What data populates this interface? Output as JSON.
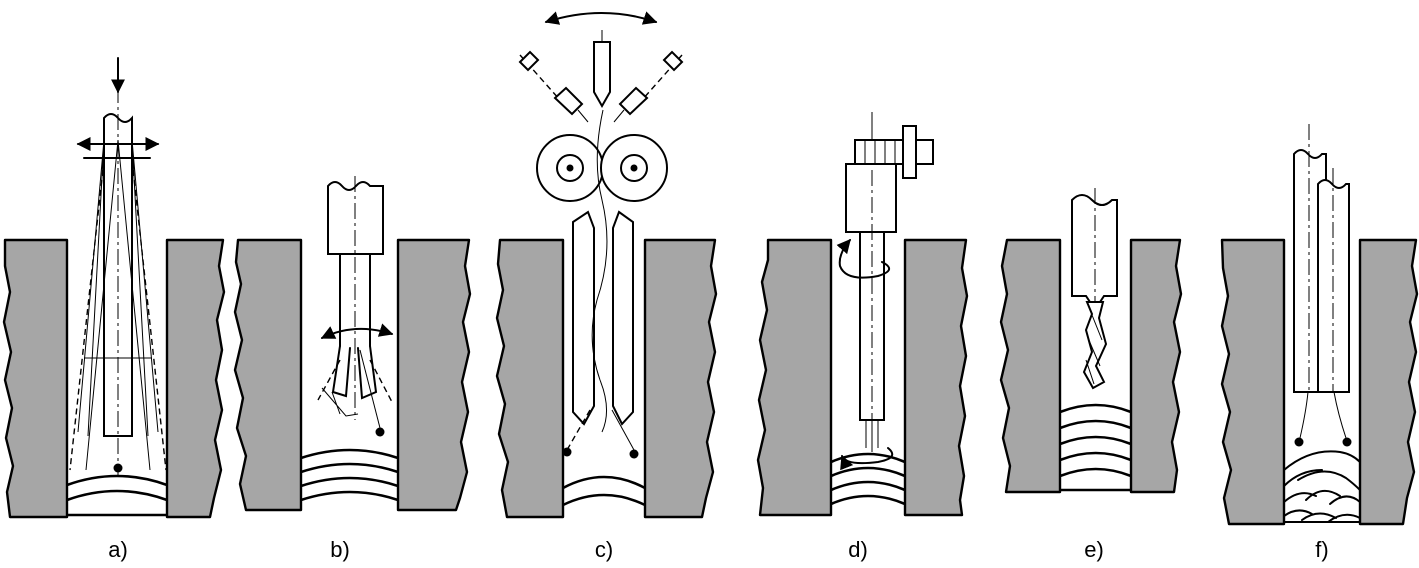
{
  "panels": [
    {
      "label": "a)"
    },
    {
      "label": "b)"
    },
    {
      "label": "c)"
    },
    {
      "label": "d)"
    },
    {
      "label": "e)"
    },
    {
      "label": "f)"
    }
  ],
  "colors": {
    "wall_fill": "#a6a6a6",
    "stroke": "#000000",
    "background": "#ffffff"
  }
}
